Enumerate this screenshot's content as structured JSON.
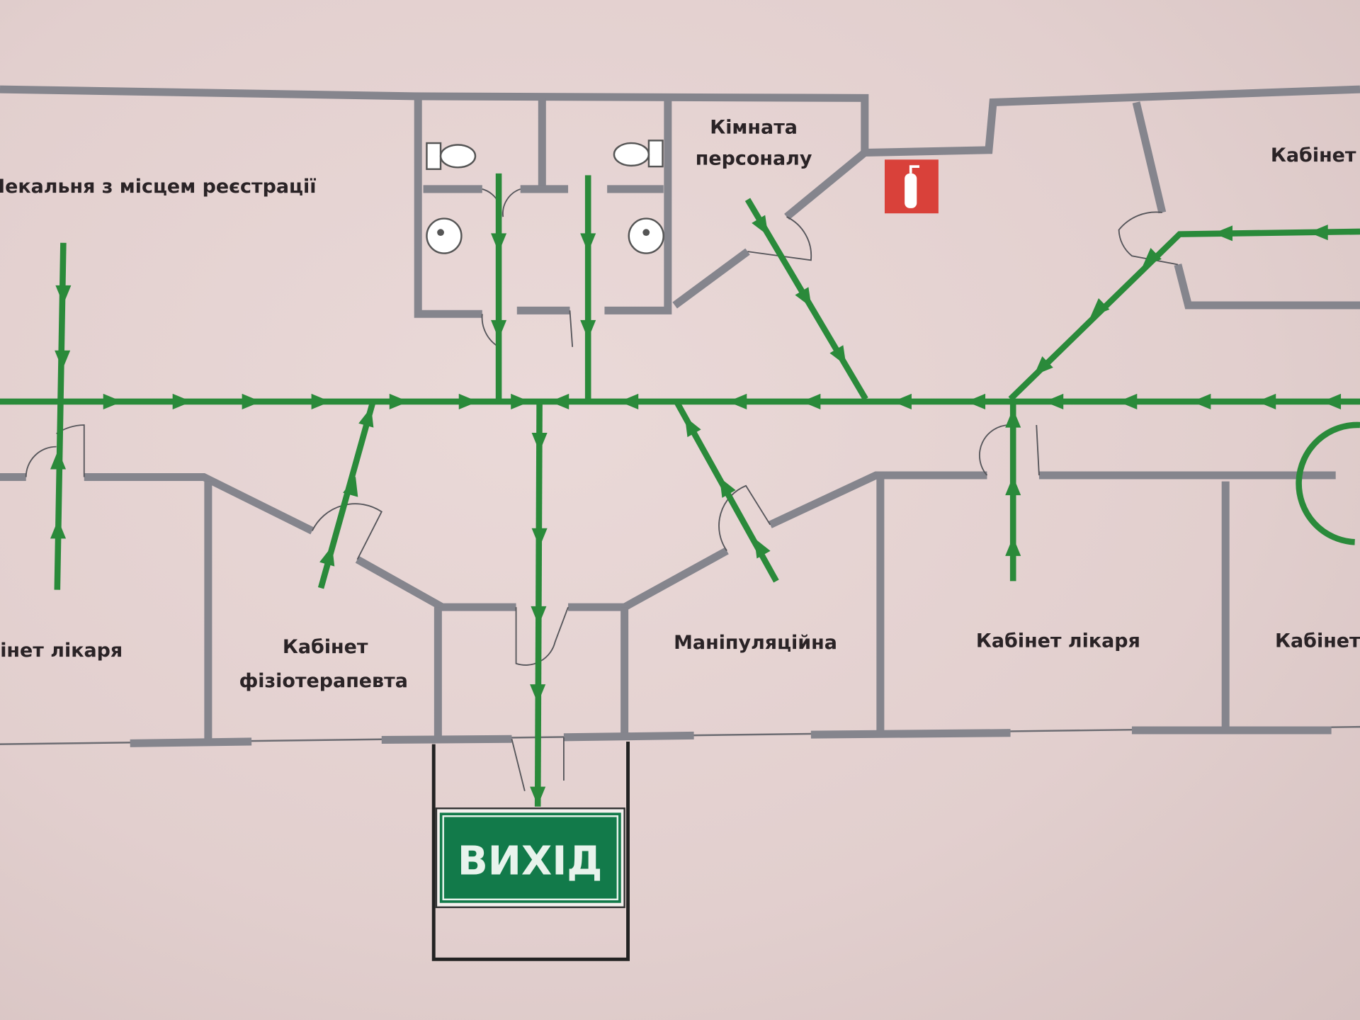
{
  "rooms": {
    "waiting": "Чекальня з місцем реєстрації",
    "staff_line1": "Кімната",
    "staff_line2": "персоналу",
    "cabinet_top_right": "Кабінет",
    "doctor_left": "Кабінет лікаря",
    "physio_line1": "Кабінет",
    "physio_line2": "фізіотерапевта",
    "manipulation": "Маніпуляційна",
    "doctor_right": "Кабінет лікаря",
    "cabinet_right": "Кабінет"
  },
  "exit_sign": "ВИХІД",
  "icons": [
    "fire-extinguisher-icon",
    "toilet-icon",
    "sink-icon",
    "arrow-icon"
  ],
  "colors": {
    "route": "#2a8a3a",
    "wall": "#85858d",
    "exit": "#127a4a",
    "extinguisher": "#d9413a"
  }
}
